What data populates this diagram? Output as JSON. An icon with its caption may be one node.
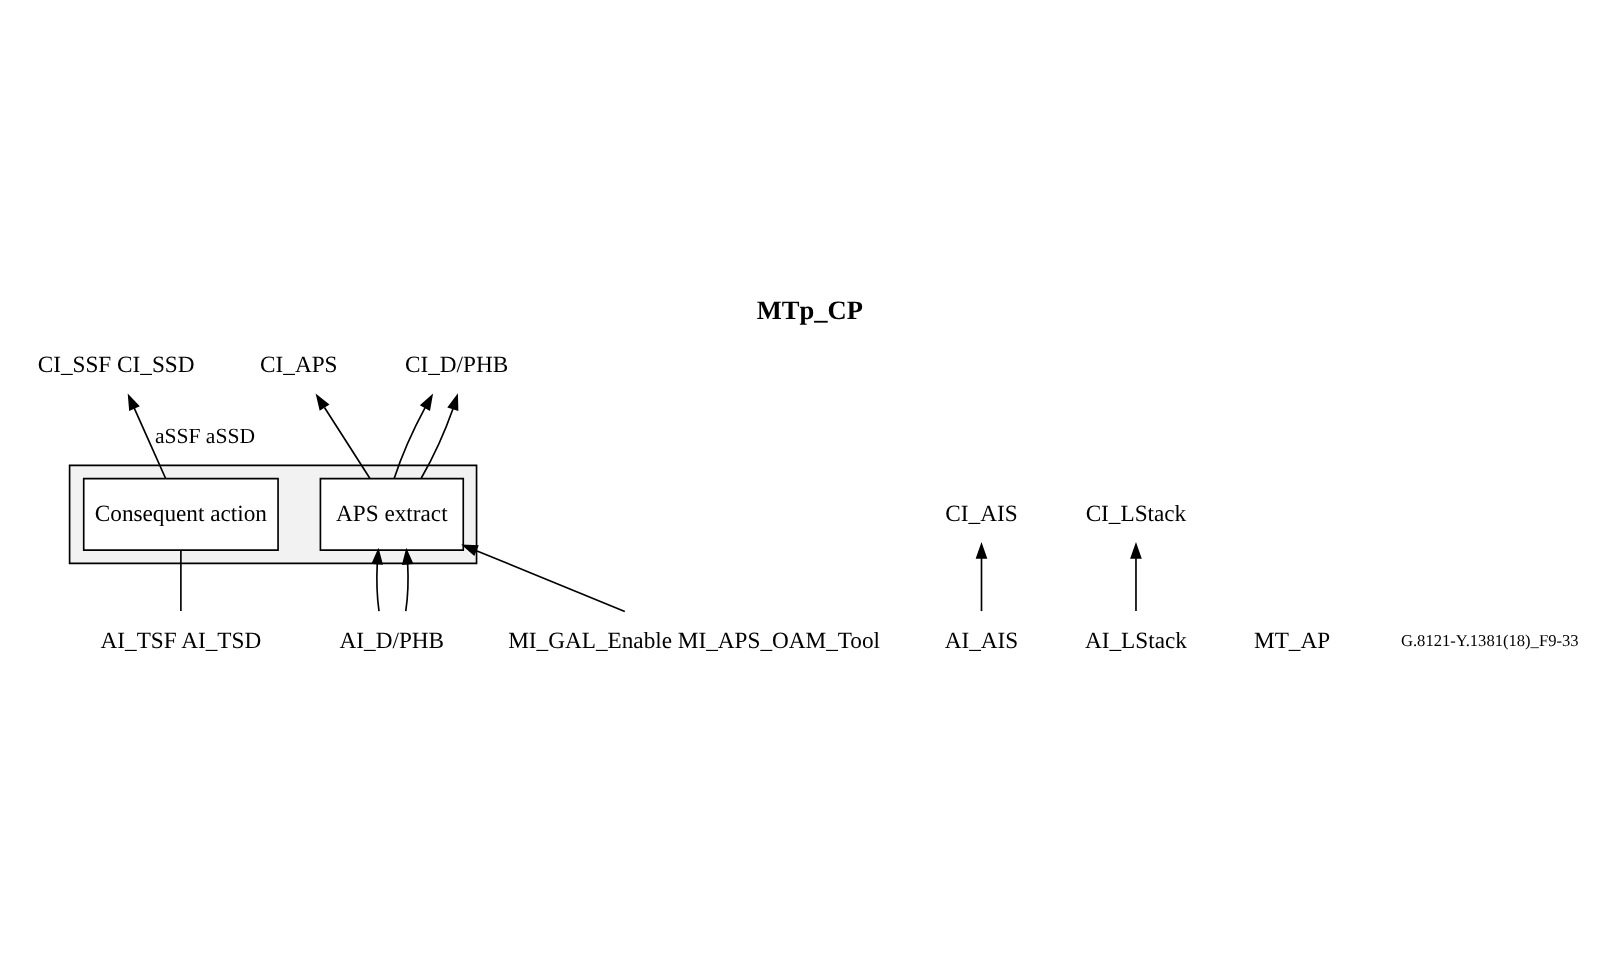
{
  "diagram": {
    "title": "MTp_CP",
    "nodes": [
      {
        "text": [],
        "shape": "box"
      },
      {
        "text": [
          "Consequent action"
        ],
        "in": 0
      },
      {
        "text": [
          "APS extract"
        ],
        "in": 0
      },
      {
        "text": [
          "CI_AIS"
        ]
      },
      {
        "text": [
          "CI_SSF CI_SSD"
        ]
      },
      {
        "text": [
          "CI_APS"
        ]
      },
      {
        "text": [
          "CI_D/PHB"
        ]
      },
      {
        "text": [
          "CI_LStack"
        ]
      },
      {
        "text": [
          "AI_AIS"
        ]
      },
      {
        "text": [
          "AI_TSF AI_TSD"
        ]
      },
      {
        "text": [
          "AI_D/PHB"
        ]
      },
      {
        "text": [
          "AI_LStack"
        ]
      },
      {
        "text": [
          "MI_GAL_Enable MI_APS_OAM_Tool"
        ]
      }
    ],
    "edges": [
      {
        "from": 8,
        "to": 3,
        "arrow": "to"
      },
      {
        "from": 9,
        "to": 1,
        "arrow": "none"
      },
      {
        "from": 1,
        "to": 4,
        "arrow": "to",
        "label": "aSSF aSSD"
      },
      {
        "from": 2,
        "to": 5,
        "arrow": "to"
      },
      {
        "from": 2,
        "to": 6,
        "arrow": "to"
      },
      {
        "from": 2,
        "to": 6,
        "arrow": "to"
      },
      {
        "from": 10,
        "to": 2,
        "arrow": "to"
      },
      {
        "from": 10,
        "to": 2,
        "arrow": "to"
      },
      {
        "from": 11,
        "to": 7,
        "arrow": "to"
      },
      {
        "from": 12,
        "to": 2,
        "arrow": "to"
      }
    ],
    "labels": [
      "MT_AP",
      "G.8121-Y.1381(18)_F9-33"
    ]
  }
}
